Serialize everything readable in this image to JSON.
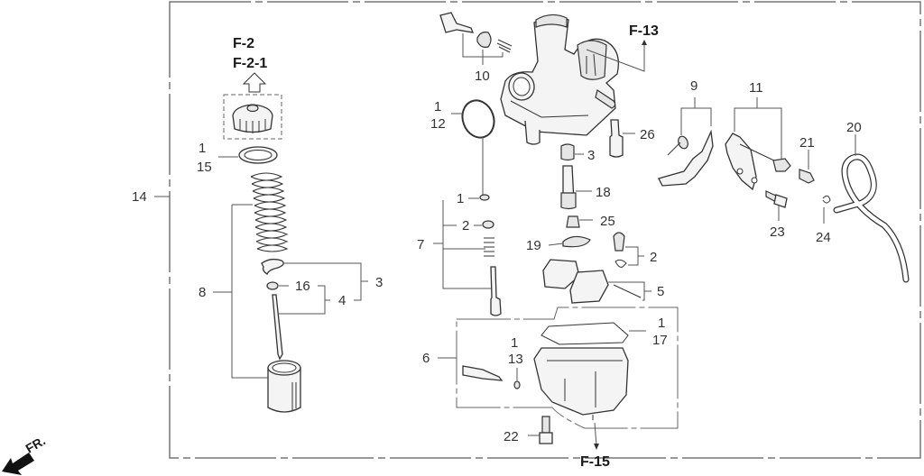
{
  "diagram": {
    "type": "exploded-parts-diagram",
    "subject": "carburetor assembly",
    "ref_labels": {
      "f2": "F-2",
      "f21": "F-2-1",
      "f13": "F-13",
      "f15": "F-15"
    },
    "front_indicator": "FR.",
    "callouts": {
      "c14": "14",
      "c1a": "1",
      "c15": "15",
      "c8": "8",
      "c3a": "3",
      "c16": "16",
      "c4": "4",
      "c10": "10",
      "c1b": "1",
      "c12": "12",
      "c26": "26",
      "c3b": "3",
      "c18": "18",
      "c1c": "1",
      "c2a": "2",
      "c25": "25",
      "c7": "7",
      "c19": "19",
      "c2b": "2",
      "c5": "5",
      "c1d": "1",
      "c13": "13",
      "c6": "6",
      "c1e": "1",
      "c17": "17",
      "c22": "22",
      "c9": "9",
      "c11": "11",
      "c20": "20",
      "c21": "21",
      "c23": "23",
      "c24": "24"
    }
  }
}
